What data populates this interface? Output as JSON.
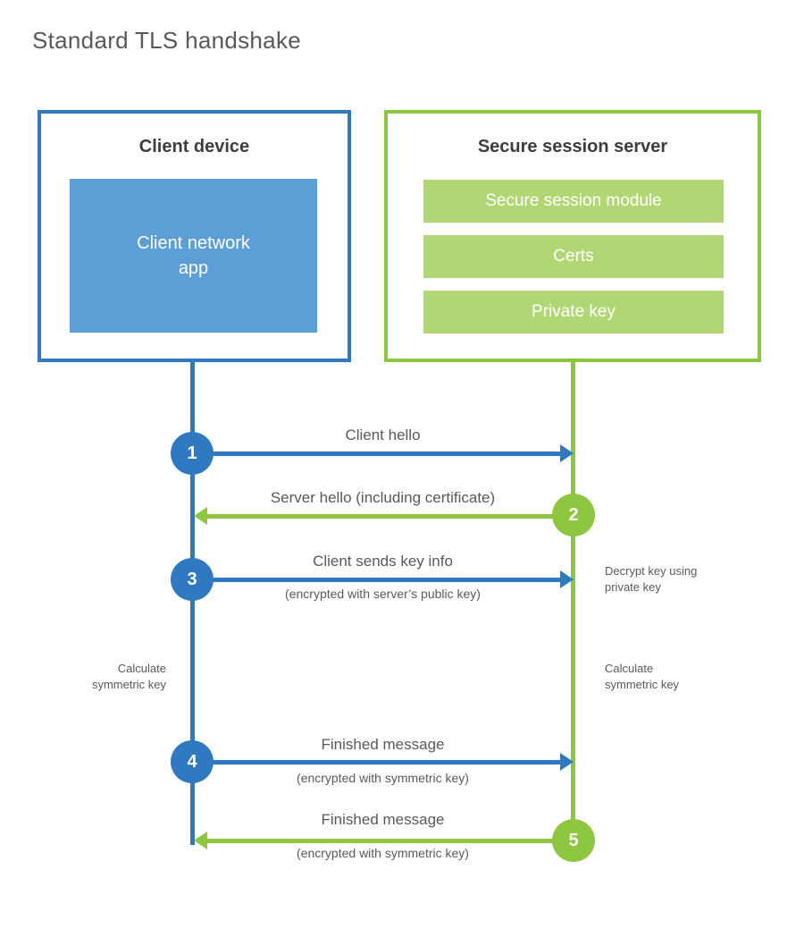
{
  "title": "Standard TLS handshake",
  "colors": {
    "blue": "#2e79bf",
    "blue_fill": "#5b9fd6",
    "green": "#8dc63f",
    "green_fill": "#b1d774",
    "heading_text": "#3d3d3d",
    "label_text": "#595959"
  },
  "client_box": {
    "title": "Client device",
    "app": "Client network\napp"
  },
  "server_box": {
    "title": "Secure session server",
    "modules": [
      "Secure session module",
      "Certs",
      "Private key"
    ]
  },
  "steps": [
    {
      "num": "1",
      "label": "Client hello",
      "sublabel": ""
    },
    {
      "num": "2",
      "label": "Server hello (including certificate)",
      "sublabel": ""
    },
    {
      "num": "3",
      "label": "Client sends key info",
      "sublabel": "(encrypted with server’s public key)"
    },
    {
      "num": "4",
      "label": "Finished message",
      "sublabel": "(encrypted with symmetric key)"
    },
    {
      "num": "5",
      "label": "Finished message",
      "sublabel": "(encrypted with symmetric key)"
    }
  ],
  "side_notes": {
    "decrypt": "Decrypt key using\nprivate key",
    "calculate_left": "Calculate\nsymmetric key",
    "calculate_right": "Calculate\nsymmetric key"
  }
}
